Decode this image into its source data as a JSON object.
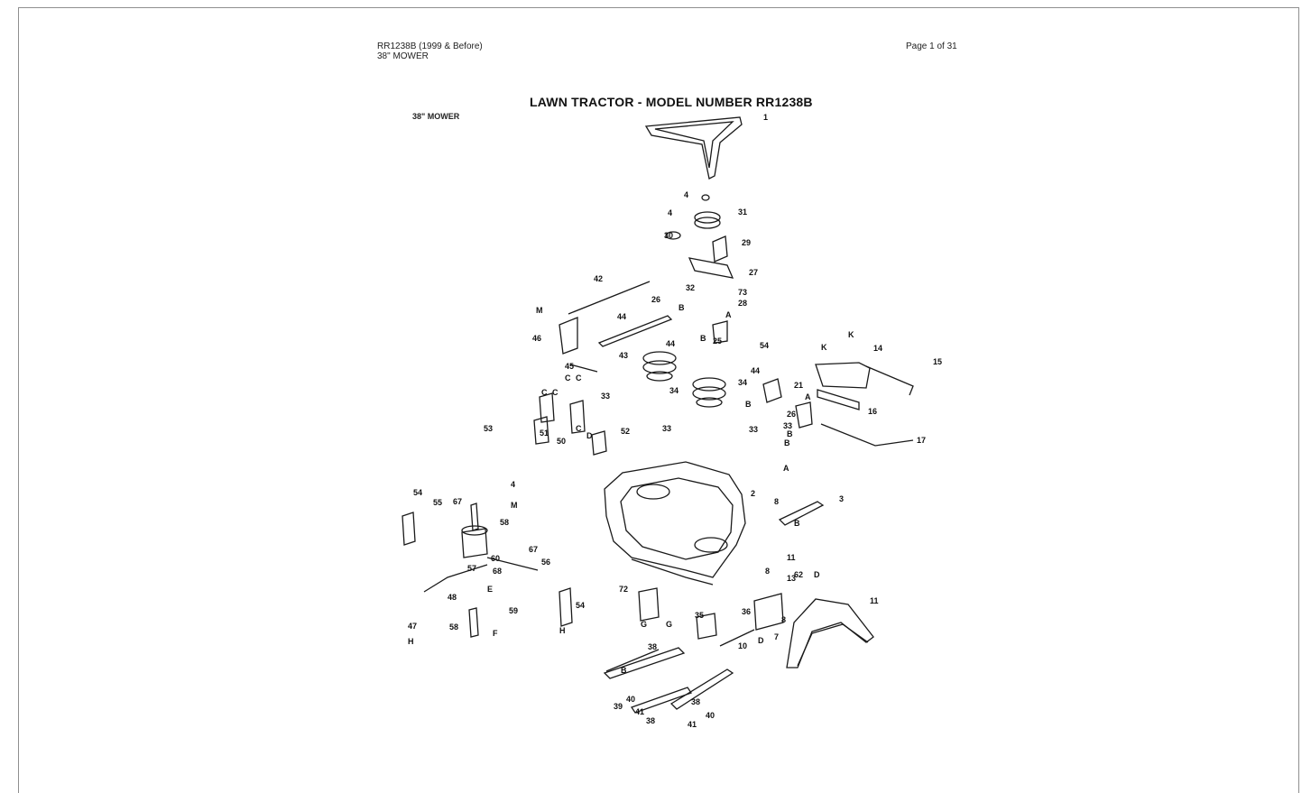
{
  "header": {
    "model_line": "RR1238B (1999 & Before)",
    "section_line": "38\" MOWER",
    "page": "Page 1 of 31"
  },
  "diagram": {
    "title": "LAWN TRACTOR - MODEL NUMBER RR1238B",
    "subtitle": "38\" MOWER",
    "callouts": [
      "1",
      "4",
      "4",
      "31",
      "30",
      "29",
      "27",
      "73",
      "28",
      "B",
      "A",
      "42",
      "32",
      "26",
      "B",
      "M",
      "44",
      "25",
      "46",
      "43",
      "44",
      "54",
      "45",
      "34",
      "44",
      "K",
      "K",
      "14",
      "15",
      "33",
      "34",
      "21",
      "33",
      "B",
      "C",
      "C",
      "C",
      "C",
      "B",
      "16",
      "26",
      "A",
      "53",
      "51",
      "50",
      "C",
      "D",
      "52",
      "33",
      "33",
      "B",
      "17",
      "A",
      "2",
      "3",
      "8",
      "4",
      "B",
      "54",
      "55",
      "67",
      "M",
      "58",
      "67",
      "56",
      "60",
      "57",
      "68",
      "48",
      "E",
      "59",
      "47",
      "58",
      "F",
      "H",
      "72",
      "G",
      "G",
      "35",
      "36",
      "10",
      "7",
      "13",
      "11",
      "8",
      "D",
      "D",
      "8",
      "62",
      "B",
      "38",
      "39",
      "40",
      "41",
      "38",
      "38",
      "40",
      "41",
      "11",
      "H",
      "54"
    ]
  }
}
